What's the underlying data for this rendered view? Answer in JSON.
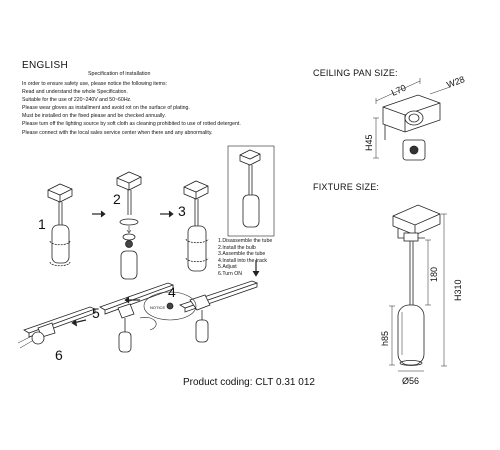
{
  "header": {
    "language": "ENGLISH",
    "spec_title": "Specification of installation"
  },
  "spec_lines": [
    "In order to ensure safety use, please notice the following items:",
    "Read and understand the whole Specification.",
    "Suitable for the use of 220~240V and 50~60Hz.",
    "Please wear gloves as installment and avoid rot on the surface of plating.",
    "Must be installed on the fixed please and be checked annually.",
    "Please turn off the lighting source by soft cloth as cleaning prohibited to use of rotted detergent.",
    "Please connect with the local sales service center when there and any abnormality."
  ],
  "ceiling_pan": {
    "title": "CEILING PAN SIZE:",
    "length": "L70",
    "width": "W28",
    "height": "H45"
  },
  "fixture": {
    "title": "FIXTURE SIZE:",
    "rod_height": "180",
    "total_height": "H310",
    "body_height": "h85",
    "diameter": "Ø56"
  },
  "steps": {
    "numbers": [
      "1",
      "2",
      "3",
      "4",
      "5",
      "6"
    ],
    "instructions": [
      "1.Disassemble the tube",
      "2.Install the bulb",
      "3.Assemble the tube",
      "4.Install into the track",
      "5.Adjust",
      "6.Turn ON"
    ],
    "notice_label": "NOTICE"
  },
  "product_coding": "Product coding: CLT 0.31 012"
}
